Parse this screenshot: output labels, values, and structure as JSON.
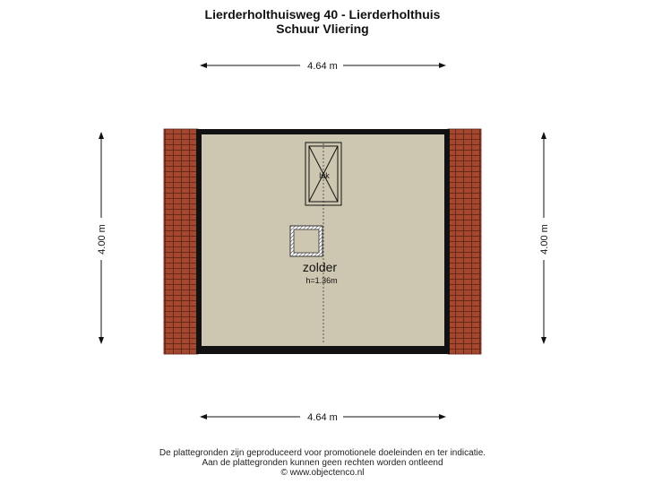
{
  "header": {
    "title": "Lierderholthuisweg 40 - Lierderholthuis",
    "subtitle": "Schuur Vliering"
  },
  "dimensions": {
    "top_width": "4.64 m",
    "bottom_width": "4.64 m",
    "left_height": "4.00 m",
    "right_height": "4.00 m"
  },
  "room": {
    "hatch_label": "luk",
    "name": "zolder",
    "height": "h=1.36m"
  },
  "footer": {
    "line1": "De plattegronden zijn geproduceerd voor promotionele doeleinden en ter indicatie.",
    "line2": "Aan de plattegronden kunnen geen rechten worden ontleend",
    "line3": "© www.objectenco.nl"
  },
  "colors": {
    "floor": "#cdc6b0",
    "wall": "#111111",
    "roof_tile": "#a3472f"
  }
}
